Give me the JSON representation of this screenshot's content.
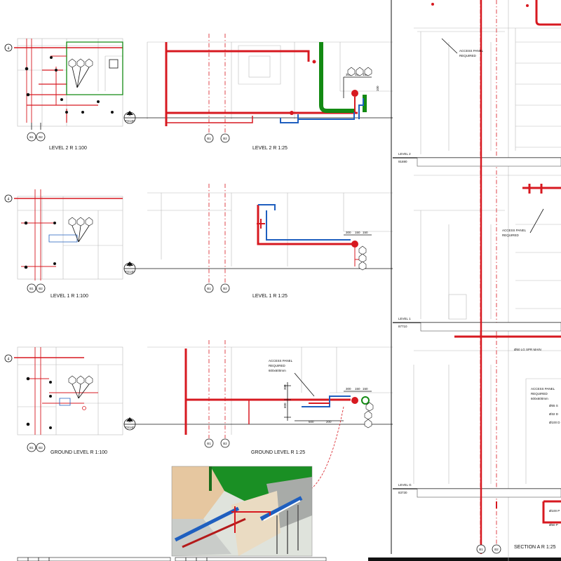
{
  "views": {
    "l2_small": {
      "title": "LEVEL 2  R 1:100"
    },
    "l2_large": {
      "title": "LEVEL 2  R 1:25"
    },
    "l1_small": {
      "title": "LEVEL 1  R 1:100"
    },
    "l1_large": {
      "title": "LEVEL 1  R 1:25"
    },
    "g_small": {
      "title": "GROUND LEVEL  R 1:100"
    },
    "g_large": {
      "title": "GROUND LEVEL  R 1:25"
    },
    "section": {
      "title": "SECTION A  R 1:25"
    }
  },
  "grid": {
    "b1": "B1",
    "b2": "B2",
    "row4": "4"
  },
  "section_marker": {
    "letter": "A",
    "sheet": "FS140"
  },
  "notes": {
    "access_panel": "ACCESS PANEL",
    "required": "REQUIRED",
    "size": "600x600mm",
    "lg_main": "Ø50 LG SPR MAIN",
    "d65": "Ø65 S",
    "d32": "Ø32 D",
    "d100": "Ø100 D",
    "d100p": "Ø100 P",
    "d50p": "Ø50 P"
  },
  "levels": [
    {
      "name": "LEVEL 2",
      "rl": "91690"
    },
    {
      "name": "LEVEL 1",
      "rl": "87710"
    },
    {
      "name": "LEVEL G",
      "rl": "83730"
    }
  ],
  "dims": {
    "d300": "300",
    "d150a": "150",
    "d150b": "150",
    "d100": "100",
    "d600": "600",
    "d200": "200"
  },
  "colors": {
    "sprinkler": "#d71920",
    "hydrant": "#138a13",
    "water": "#1f5fbf"
  }
}
